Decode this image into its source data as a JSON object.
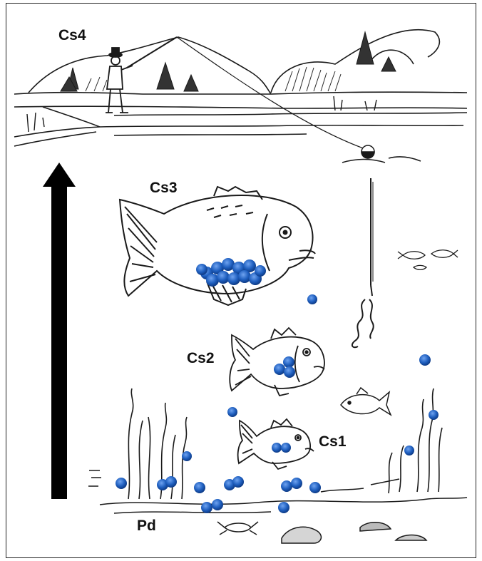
{
  "labels": {
    "cs4": "Cs4",
    "cs3": "Cs3",
    "cs2": "Cs2",
    "cs1": "Cs1",
    "pd": "Pd"
  },
  "colors": {
    "particle": "#1f5fbf",
    "ink": "#1a1a1a",
    "arrow": "#000000"
  }
}
